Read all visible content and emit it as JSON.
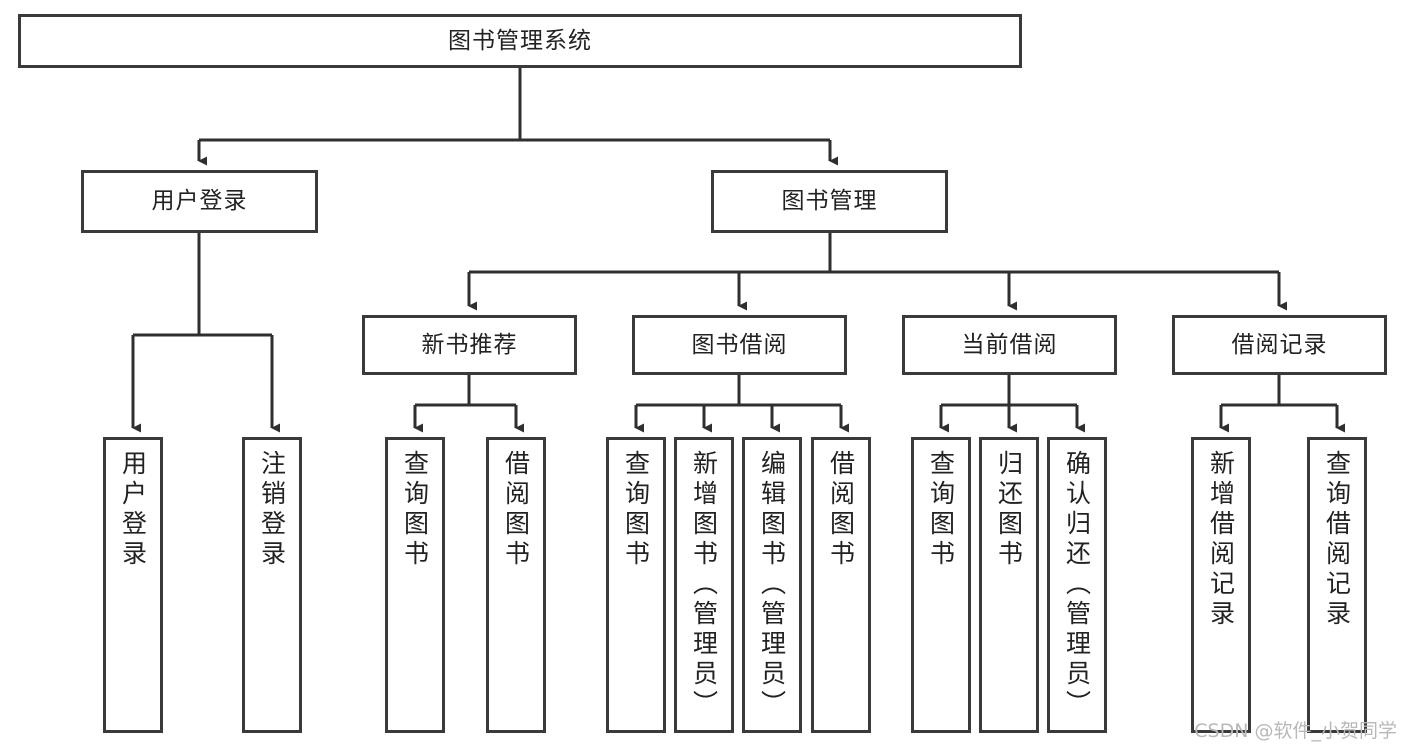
{
  "diagram": {
    "type": "tree",
    "title_box": {
      "label": "图书管理系统"
    },
    "level2": [
      {
        "label": "用户登录"
      },
      {
        "label": "图书管理"
      }
    ],
    "level3": [
      {
        "label": "新书推荐"
      },
      {
        "label": "图书借阅"
      },
      {
        "label": "当前借阅"
      },
      {
        "label": "借阅记录"
      }
    ],
    "leaves": {
      "user_login": [
        {
          "label": "用户登录"
        },
        {
          "label": "注销登录"
        }
      ],
      "new_book": [
        {
          "label": "查询图书"
        },
        {
          "label": "借阅图书"
        }
      ],
      "book_borrow": [
        {
          "label": "查询图书"
        },
        {
          "label": "新增图书（管理员）"
        },
        {
          "label": "编辑图书（管理员）"
        },
        {
          "label": "借阅图书"
        }
      ],
      "current_borrow": [
        {
          "label": "查询图书"
        },
        {
          "label": "归还图书"
        },
        {
          "label": "确认归还（管理员）"
        }
      ],
      "borrow_record": [
        {
          "label": "新增借阅记录"
        },
        {
          "label": "查询借阅记录"
        }
      ]
    }
  },
  "watermark": {
    "text": "CSDN @软件_小贺同学"
  },
  "colors": {
    "box_border": "#3a3a3a",
    "line": "#2f2f2f",
    "text": "#222222",
    "background": "#ffffff",
    "watermark": "#b9b9b9"
  }
}
